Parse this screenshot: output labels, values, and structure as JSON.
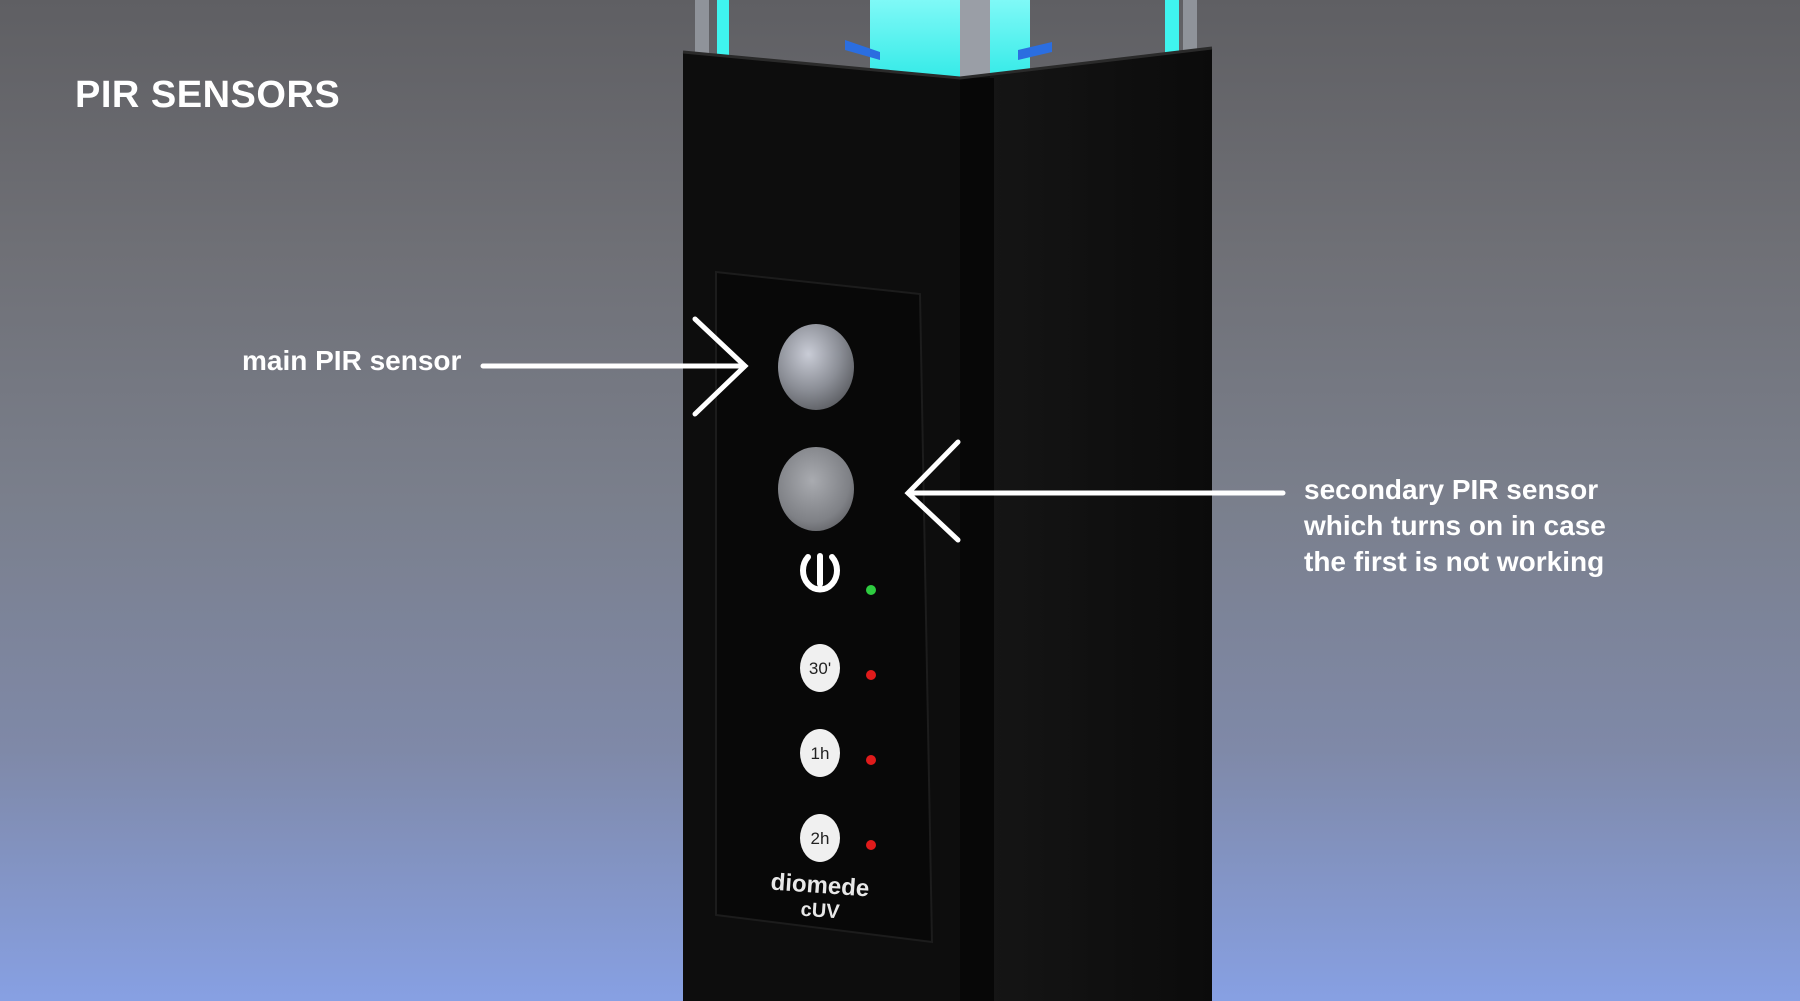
{
  "title": "PIR SENSORS",
  "callouts": {
    "main": "main PIR sensor",
    "secondary": [
      "secondary PIR sensor",
      "which turns on in case",
      "the first is not working"
    ]
  },
  "panel": {
    "timer_buttons": [
      "30'",
      "1h",
      "2h"
    ],
    "brand": "diomede",
    "model": "cUV"
  },
  "colors": {
    "uv_glow": "#3ff4ef",
    "led_on": "#2ecc40",
    "led_off": "#e01b1b",
    "body": "#0d0d0d"
  },
  "icons": {
    "power": "power-icon"
  }
}
